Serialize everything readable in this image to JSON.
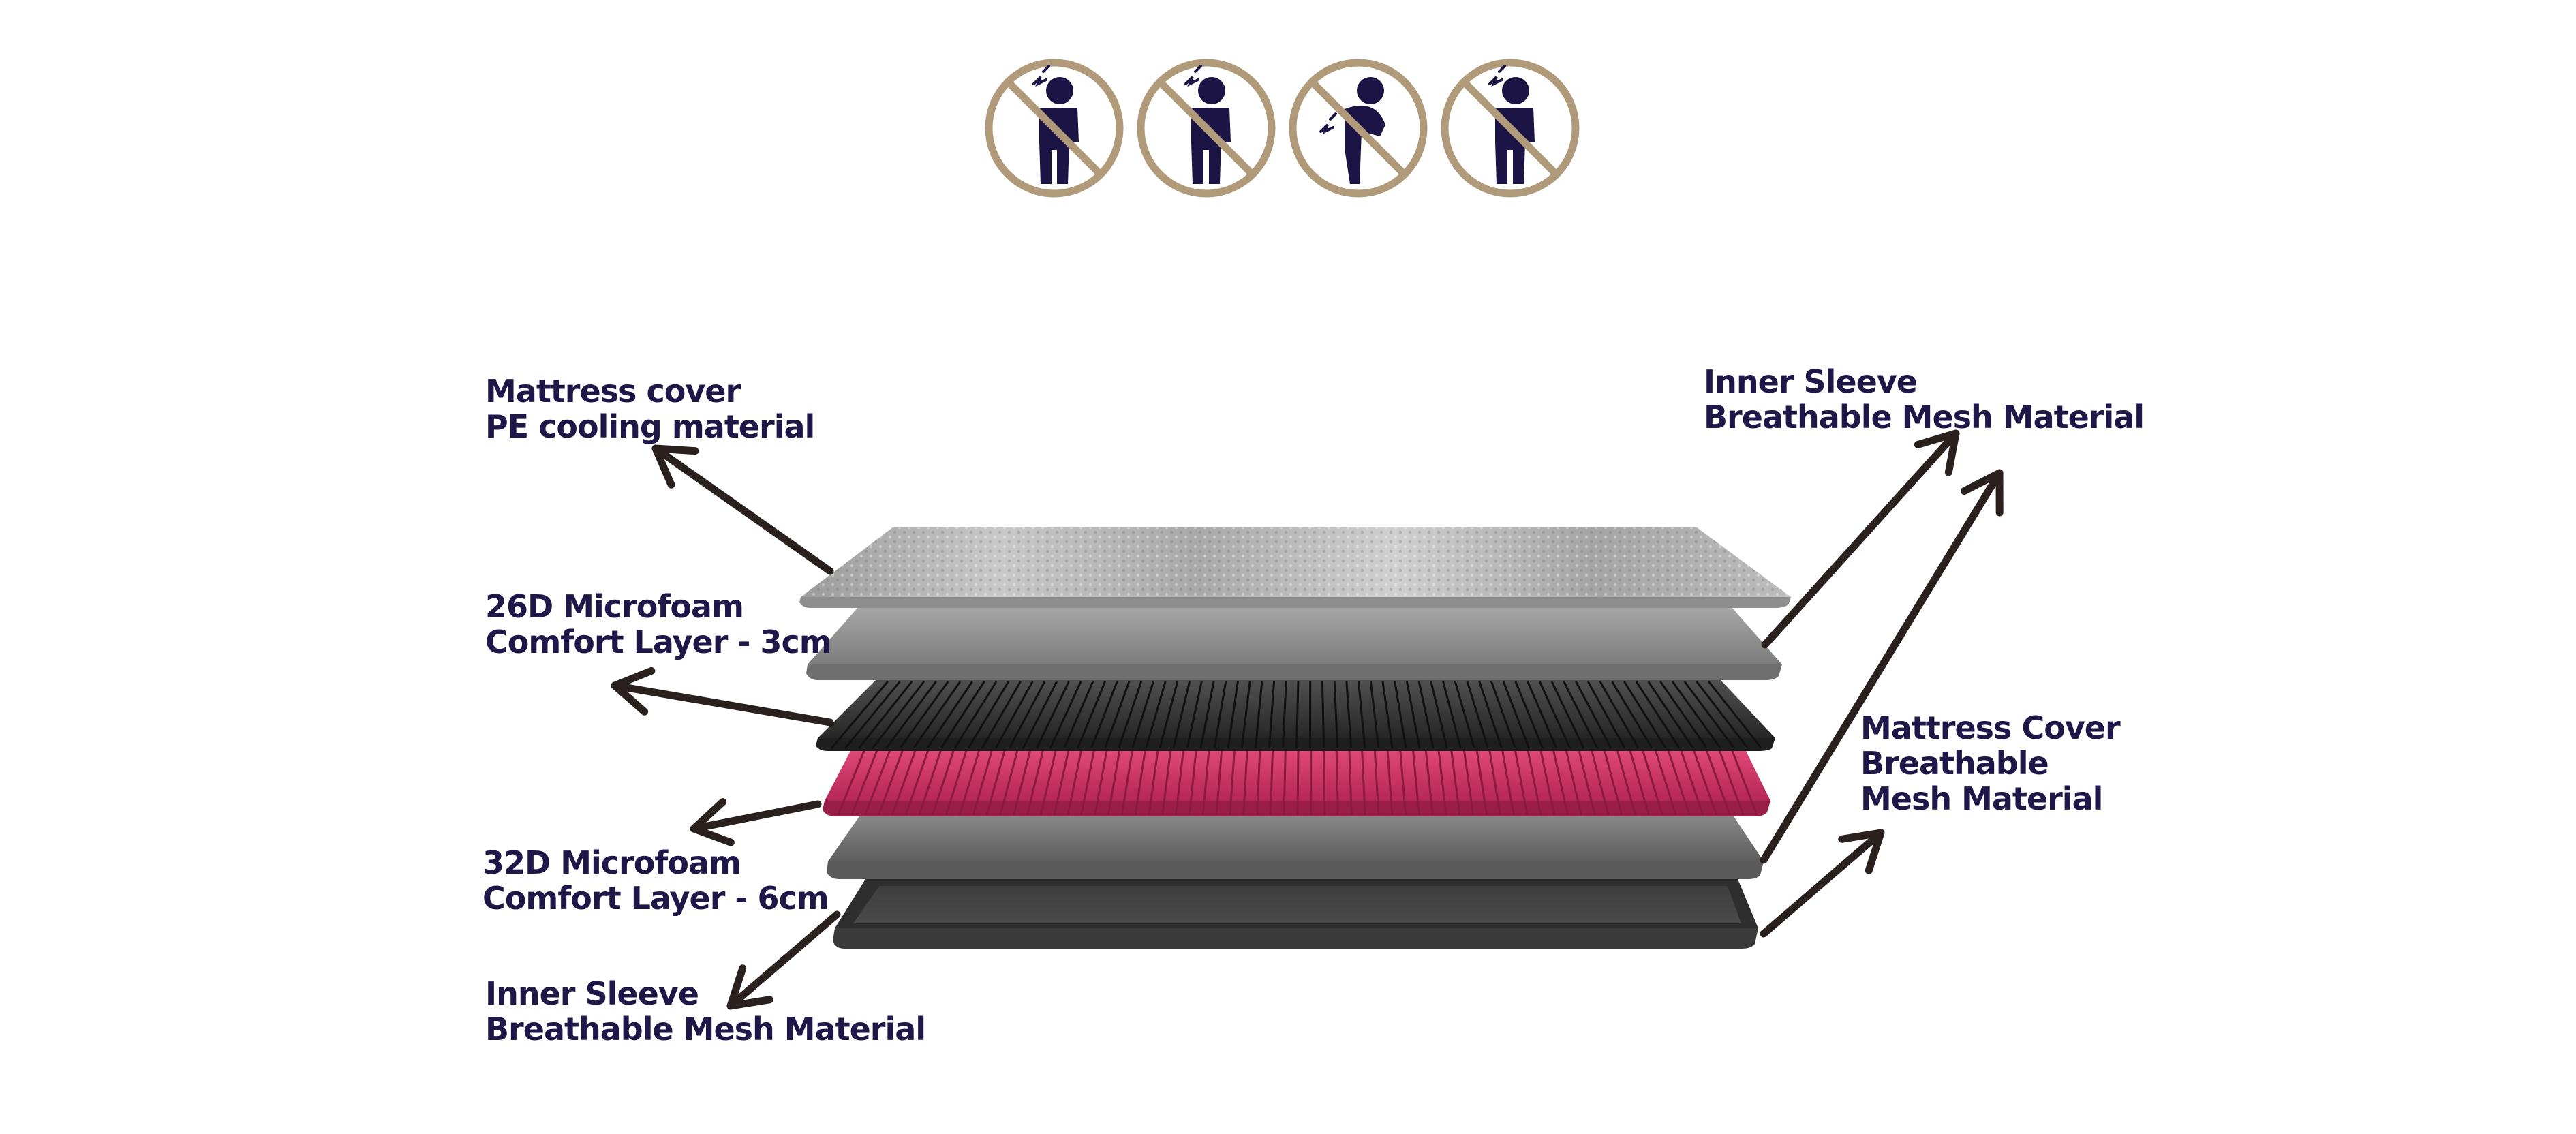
{
  "colors": {
    "label_text": "#1f1748",
    "arrow": "#2a201e",
    "icon_ring": "#b09a79",
    "icon_figure": "#1c1445",
    "accent_layer": "#c52c5e"
  },
  "icons": [
    {
      "name": "no-neck-pain-icon"
    },
    {
      "name": "no-shoulder-pain-icon"
    },
    {
      "name": "no-back-pain-icon"
    },
    {
      "name": "no-chest-pain-icon"
    }
  ],
  "labels": {
    "mattress_cover_pe": {
      "line1": "Mattress cover",
      "line2": "PE cooling material"
    },
    "microfoam_26d": {
      "line1": "26D Microfoam",
      "line2": "Comfort Layer - 3cm"
    },
    "microfoam_32d": {
      "line1": "32D Microfoam",
      "line2": "Comfort Layer - 6cm"
    },
    "inner_sleeve_left": {
      "line1": "Inner Sleeve",
      "line2": "Breathable Mesh Material"
    },
    "inner_sleeve_right": {
      "line1": "Inner Sleeve",
      "line2": "Breathable Mesh Material"
    },
    "mattress_cover_mesh": {
      "line1": "Mattress Cover",
      "line2": "Breathable",
      "line3": "Mesh Material"
    }
  }
}
